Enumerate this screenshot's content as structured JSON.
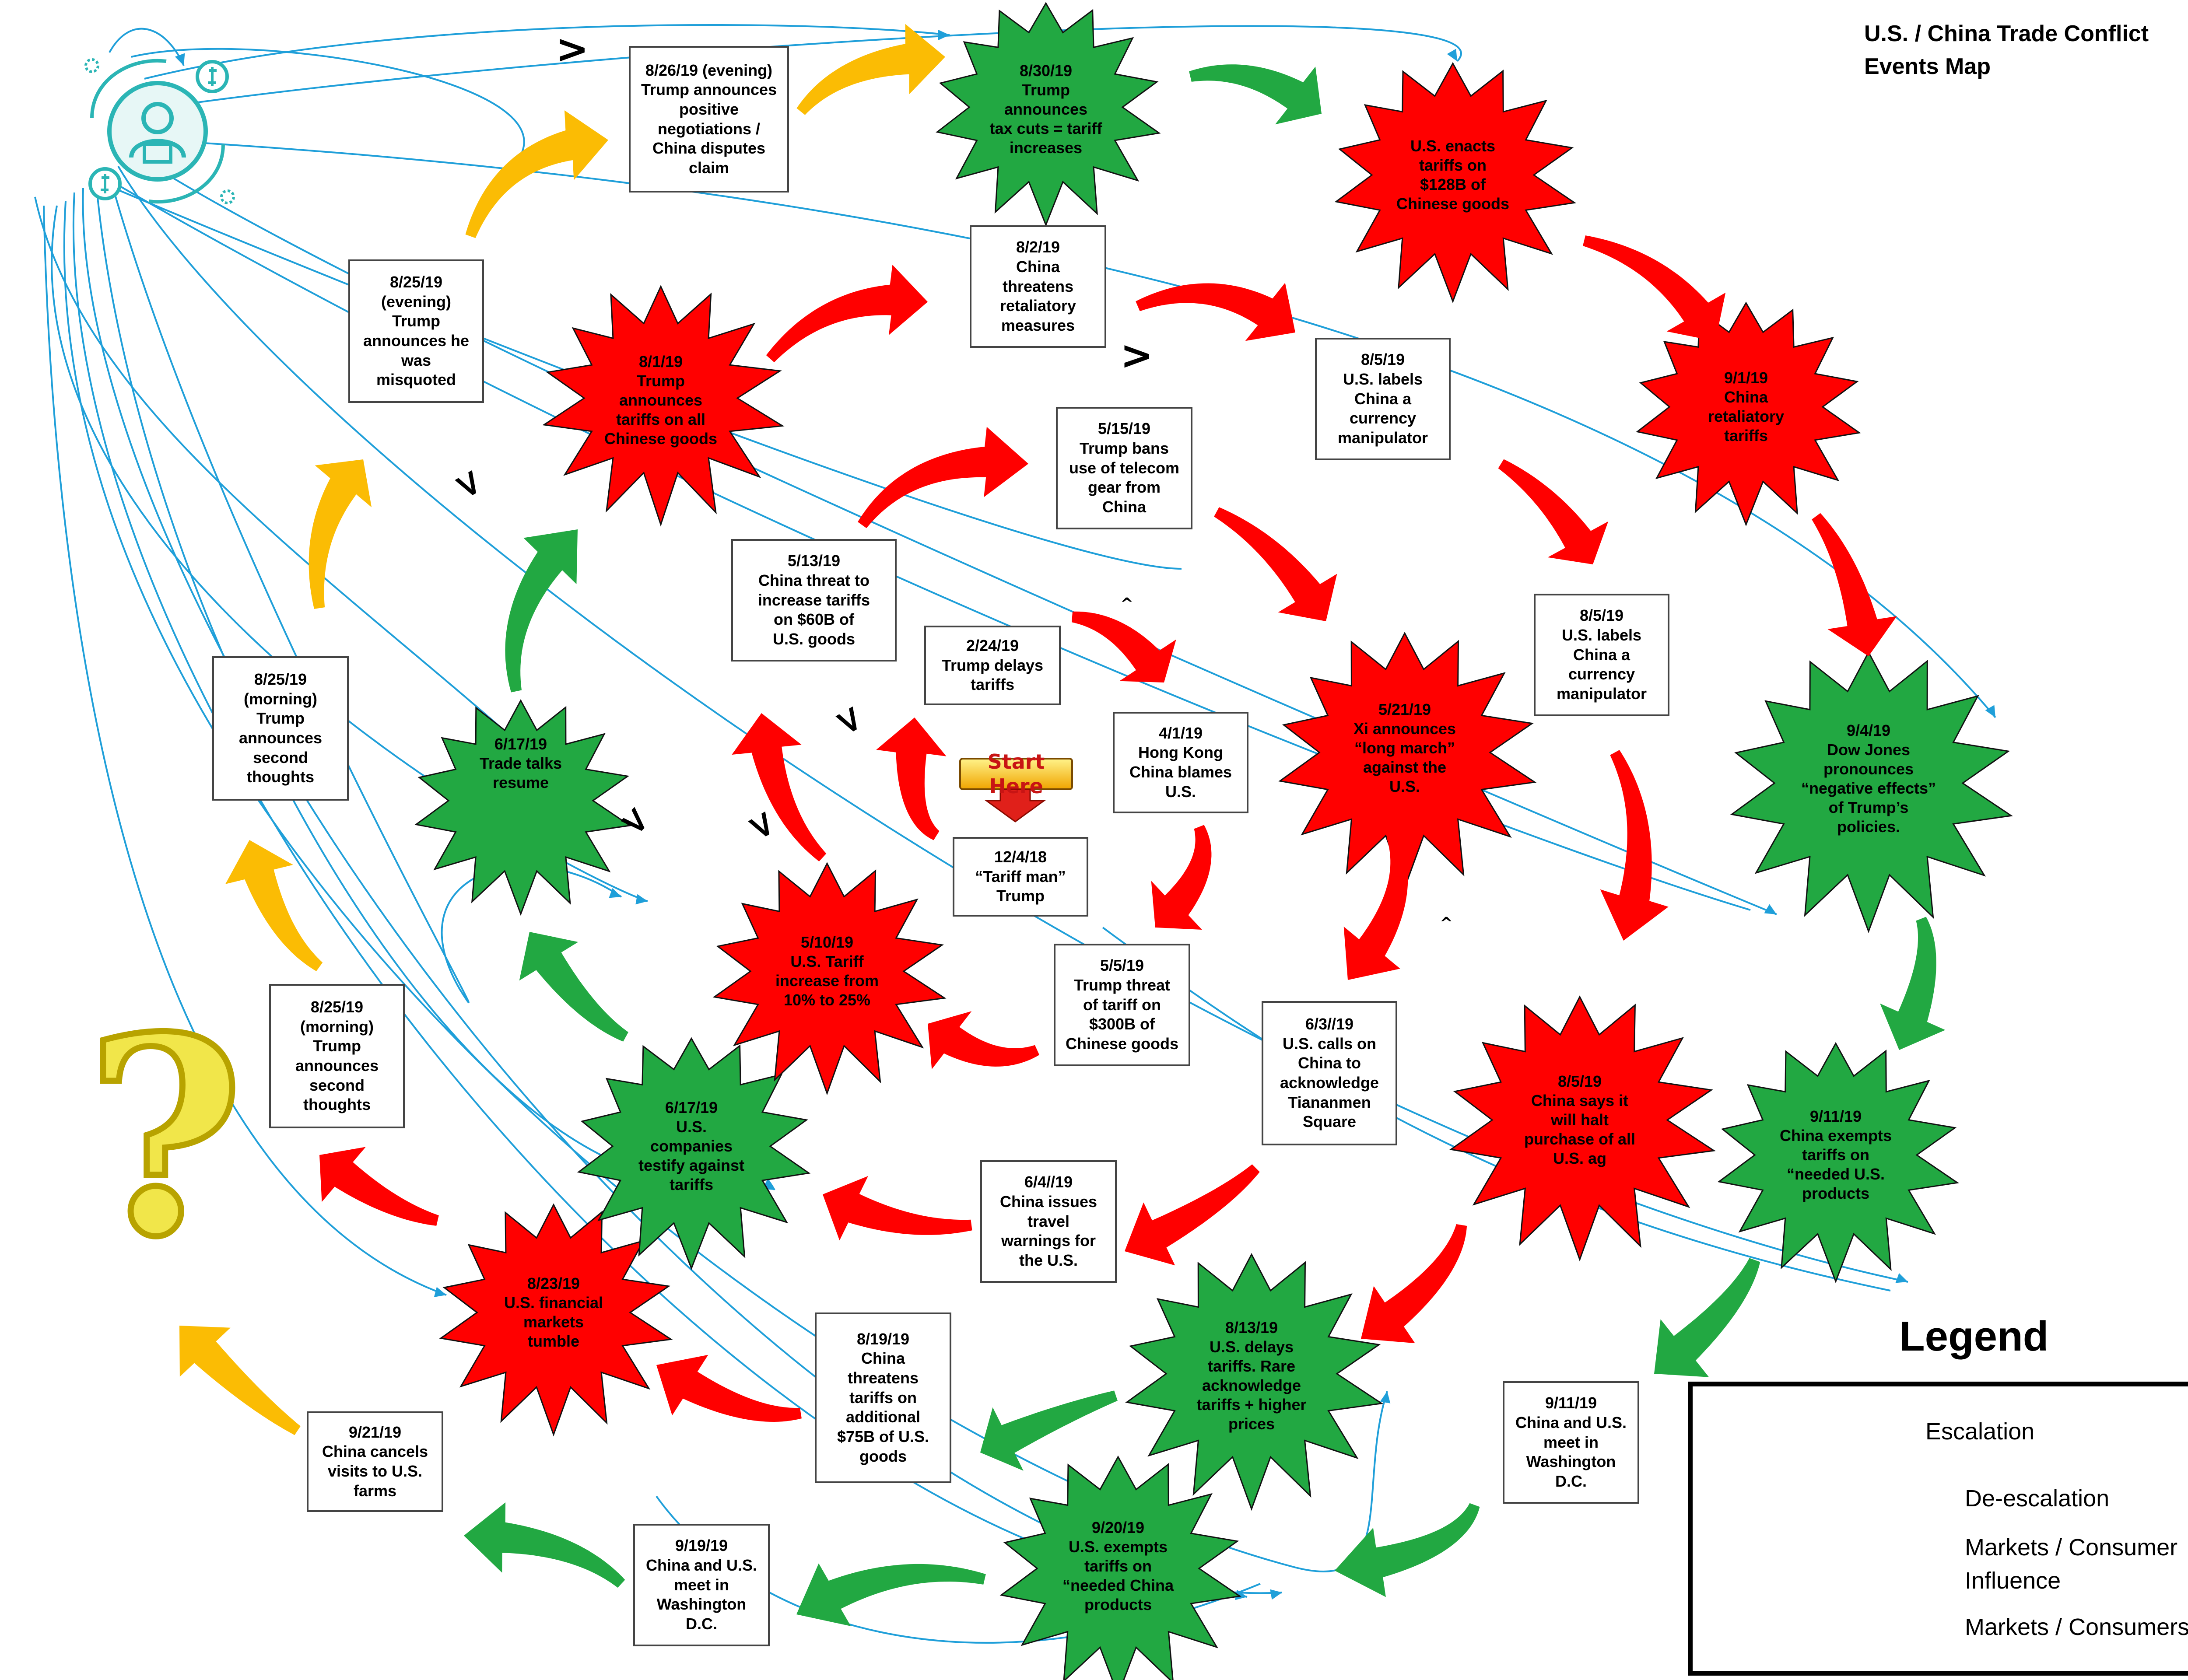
{
  "title_lines": [
    "U.S. / China Trade Conflict",
    "Events Map"
  ],
  "legend": {
    "title": "Legend",
    "escalation": "Escalation",
    "de_escalation": "De-escalation",
    "influence": "Markets / Consumer\nInfluence",
    "consumers": "Markets / Consumers"
  },
  "colors": {
    "escalation": "#ff0000",
    "de_escalation": "#22a842",
    "neutral_arrow": "#fbbc04",
    "influence_line": "#1f9fd9",
    "consumer_icon": "#2bb5b5",
    "question_mark": "#f3ea4a",
    "star_outline": "#111111",
    "start_here": "#ffc000"
  },
  "start_here": "Start Here",
  "events": {
    "e_8_30": "8/30/19\nTrump announces\ntax cuts = tariff\nincreases",
    "e_us128": "U.S. enacts\ntariffs on\n$128B of\nChinese goods",
    "e_9_1": "9/1/19\nChina\nretaliatory\ntariffs",
    "e_9_4": "9/4/19\nDow Jones\npronounces\n“negative effects”\nof Trump’s\npolicies.",
    "e_9_11a": "9/11/19\nChina exempts\ntariffs on\n“needed U.S.\nproducts",
    "e_8_5b": "8/5/19\nChina says it\nwill halt\npurchase of all\nU.S. ag",
    "e_5_21": "5/21/19\nXi announces\n“long march”\nagainst the\nU.S.",
    "e_8_13": "8/13/19\nU.S. delays\ntariffs.  Rare\nacknowledge\ntariffs + higher\nprices",
    "e_9_20": "9/20/19\nU.S. exempts\ntariffs on\n“needed China\nproducts",
    "e_8_23": "8/23/19\nU.S. financial\nmarkets\ntumble",
    "e_6_17b": "6/17/19\nU.S.\ncompanies\ntestify against\ntariffs",
    "e_5_10": "5/10/19\nU.S. Tariff\nincrease from\n10% to 25%",
    "e_6_17a": "6/17/19\nTrade talks\nresume",
    "e_8_1": "8/1/19\nTrump\nannounces\ntariffs on all\nChinese goods"
  },
  "boxes": {
    "b_8_26": "8/26/19 (evening)\nTrump announces\npositive\nnegotiations /\nChina disputes\nclaim",
    "b_8_2": "8/2/19\nChina\nthreatens\nretaliatory\nmeasures",
    "b_8_25e": "8/25/19\n(evening)\nTrump\nannounces he\nwas\nmisquoted",
    "b_8_5a": "8/5/19\nU.S. labels\nChina a\ncurrency\nmanipulator",
    "b_5_15": "5/15/19\nTrump bans\nuse of telecom\ngear from\nChina",
    "b_5_13": "5/13/19\nChina threat to\nincrease tariffs\non $60B of\nU.S. goods",
    "b_8_5c": "8/5/19\nU.S. labels\nChina a\ncurrency\nmanipulator",
    "b_2_24": "2/24/19\nTrump delays\ntariffs",
    "b_4_1": "4/1/19\nHong Kong\nChina blames\nU.S.",
    "b_8_25m1": "8/25/19\n(morning)\nTrump\nannounces\nsecond\nthoughts",
    "b_12_4": "12/4/18\n“Tariff man”\nTrump",
    "b_5_5": "5/5/19\nTrump threat\nof tariff on\n$300B of\nChinese goods",
    "b_6_3": "6/3//19\nU.S. calls on\nChina to\nacknowledge\nTiananmen\nSquare",
    "b_8_25m2": "8/25/19\n(morning)\nTrump\nannounces\nsecond\nthoughts",
    "b_6_4": "6/4//19\nChina issues\ntravel\nwarnings for\nthe U.S.",
    "b_8_19": "8/19/19\nChina\nthreatens\ntariffs on\nadditional\n$75B of U.S.\ngoods",
    "b_9_11b": "9/11/19\nChina and U.S.\nmeet in\nWashington\nD.C.",
    "b_9_21": "9/21/19\nChina cancels\nvisits to U.S.\nfarms",
    "b_9_19": "9/19/19\nChina and U.S.\nmeet in\nWashington\nD.C."
  },
  "marks": {
    "gt": ">",
    "caret": "^",
    "question": "?"
  }
}
